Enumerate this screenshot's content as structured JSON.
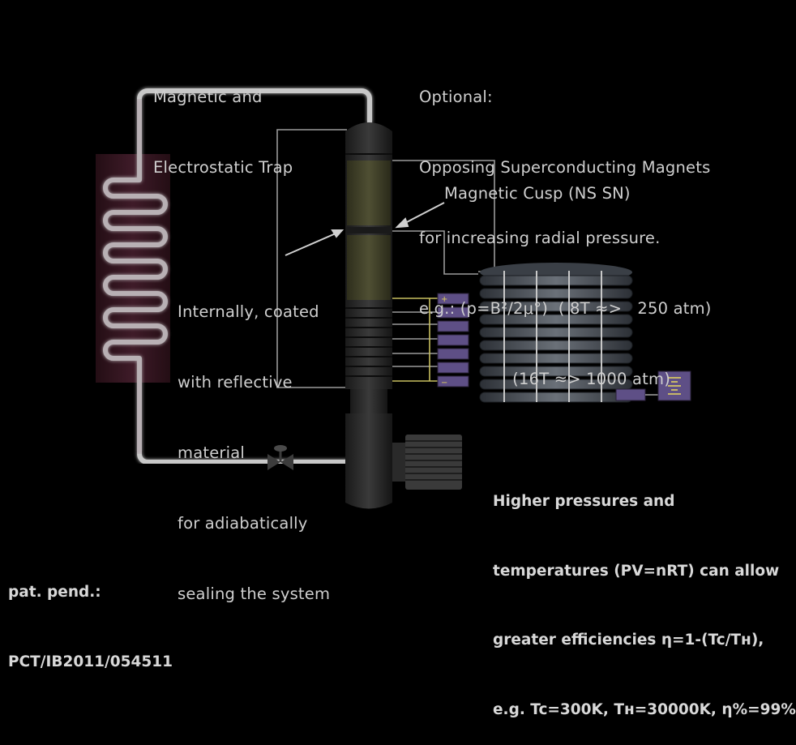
{
  "labels": {
    "trap": [
      "Magnetic and",
      "Electrostatic Trap"
    ],
    "optional": [
      "Optional:",
      "Opposing Superconducting Magnets",
      "for increasing radial pressure.",
      "e.g.: (p=B²/2μ°)  ( 8T ≈>   250 atm)",
      "                  (16T ≈> 1000 atm)"
    ],
    "cusp": "Magnetic Cusp (NS SN)",
    "internal": [
      "Internally, coated",
      "with reflective",
      "material",
      "for adiabatically",
      "sealing the system"
    ],
    "pressure": [
      "Higher pressures and",
      "temperatures (PV=nRT) can allow",
      "greater efficiencies η=1-(Tc/Tн),",
      "e.g. Tc=300K, Tн=30000K, η%=99%"
    ],
    "patent": [
      "pat. pend.:",
      "PCT/IB2011/054511"
    ]
  },
  "battery_polarity": {
    "plus": "+",
    "minus": "−"
  },
  "colors": {
    "background": "#000000",
    "text": "#cfcfcf",
    "pipe": "#c8c8c8",
    "heater_glow": "#5a2a3a",
    "chamber_green": "#4a4a30",
    "cell_purple": "#5e4f86",
    "wire_yellow": "#c8c060",
    "magnet_steel": "#5a6068"
  },
  "icons": [
    "valve-icon",
    "pump-motor-icon",
    "battery-icon"
  ]
}
